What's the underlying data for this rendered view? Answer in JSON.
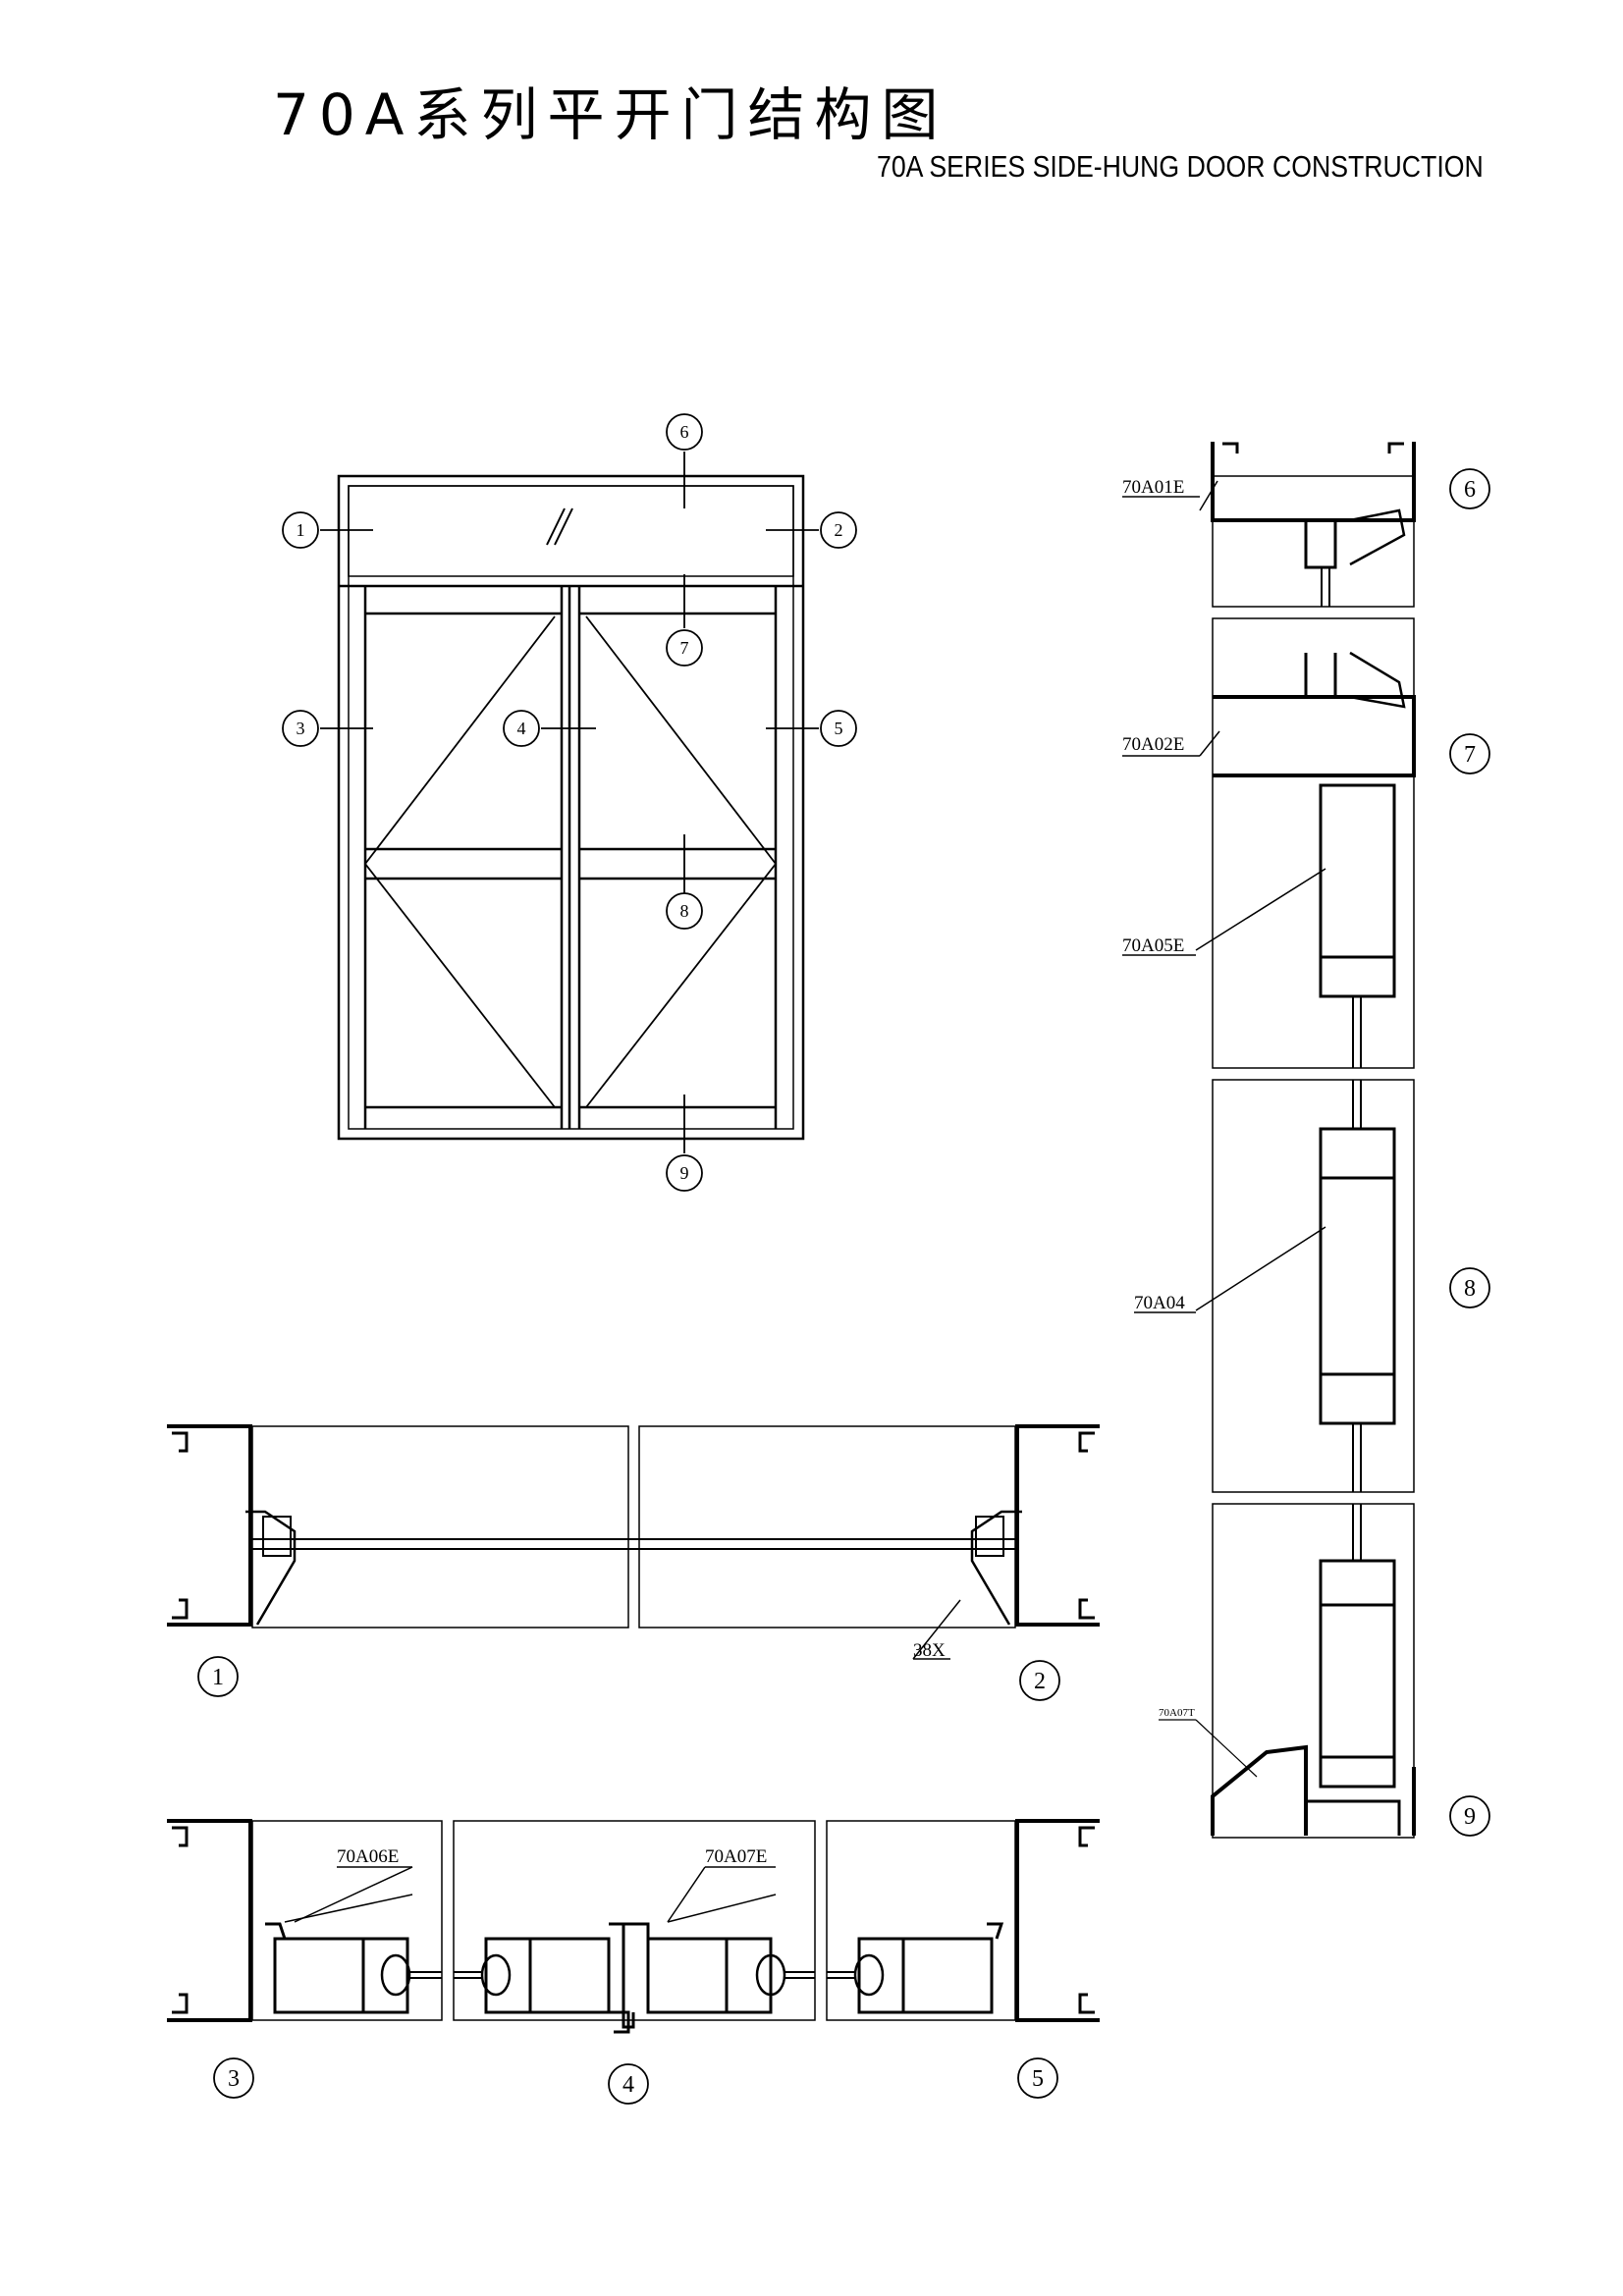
{
  "title": {
    "cn": "70A系列平开门结构图",
    "en": "70A  SERIES SIDE-HUNG DOOR CONSTRUCTION"
  },
  "elevation": {
    "markers": [
      "1",
      "2",
      "3",
      "4",
      "5",
      "6",
      "7",
      "8",
      "9"
    ],
    "glass_symbol": "//"
  },
  "vertical_sections": {
    "markers": [
      "6",
      "7",
      "8",
      "9"
    ],
    "profile_labels": [
      "70A01E",
      "70A02E",
      "70A05E",
      "70A04",
      "70A07T"
    ]
  },
  "horizontal_sections_top": {
    "markers": [
      "1",
      "2"
    ],
    "profile_labels": [
      "38X"
    ]
  },
  "horizontal_sections_bottom": {
    "markers": [
      "3",
      "4",
      "5"
    ],
    "profile_labels": [
      "70A06E",
      "70A07E"
    ]
  }
}
